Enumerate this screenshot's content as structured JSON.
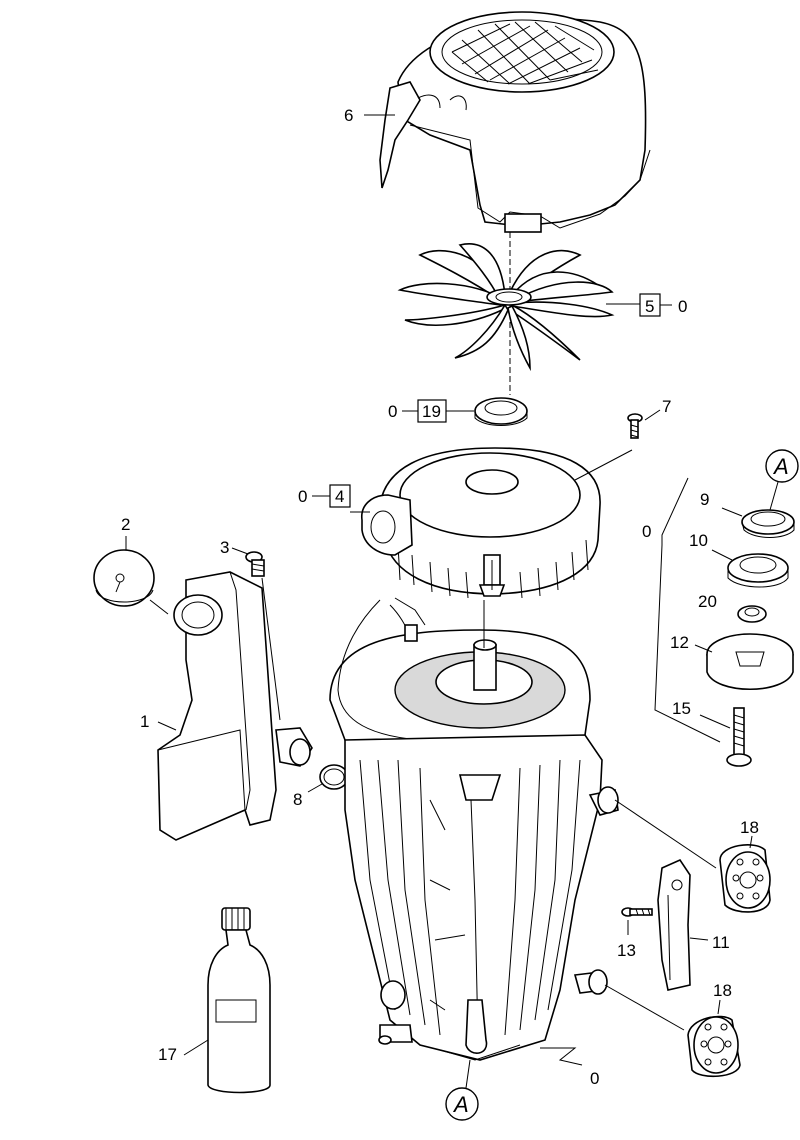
{
  "labels": {
    "p1": "1",
    "p2": "2",
    "p3": "3",
    "p4": "4",
    "p5": "5",
    "p6": "6",
    "p7": "7",
    "p8": "8",
    "p9": "9",
    "p10": "10",
    "p11": "11",
    "p12": "12",
    "p13": "13",
    "p15": "15",
    "p17": "17",
    "p18a": "18",
    "p18b": "18",
    "p19": "19",
    "p20": "20",
    "zero5": "0",
    "zero19": "0",
    "zero4": "0",
    "zeroKit": "0",
    "zeroBase": "0"
  },
  "markers": {
    "detail_top": "A",
    "detail_bottom": "A"
  }
}
